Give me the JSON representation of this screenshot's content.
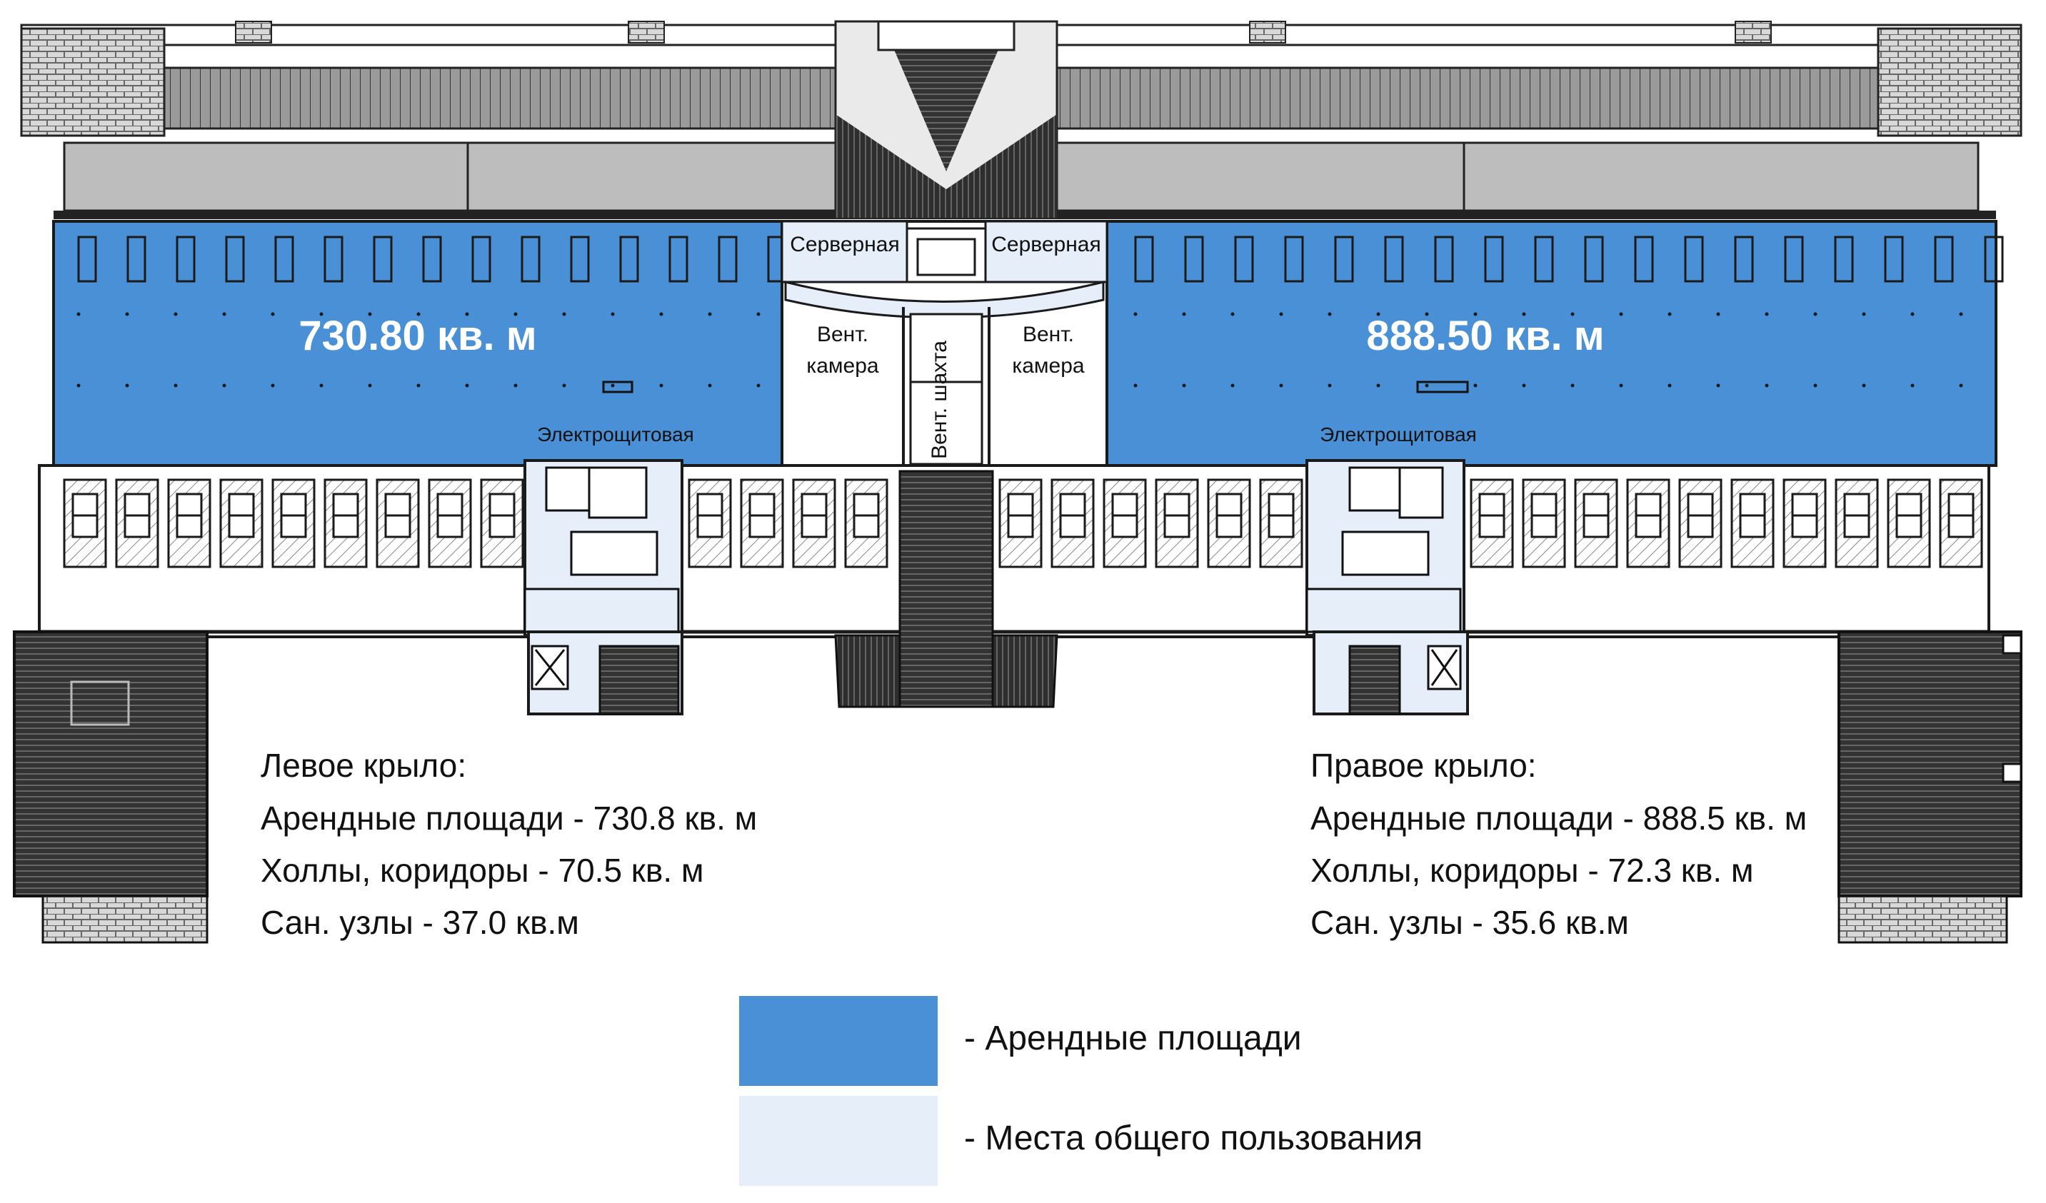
{
  "colors": {
    "rental": "#4a90d6",
    "common": "#e6eefa",
    "wall": "#1a1a1a",
    "hatch": "#444444"
  },
  "plan": {
    "left_wing": {
      "area_label": "730.80 кв. м",
      "electrical_room": "Электрощитовая"
    },
    "right_wing": {
      "area_label": "888.50 кв. м",
      "electrical_room": "Электрощитовая"
    },
    "center": {
      "server_left": "Серверная",
      "server_right": "Серверная",
      "vent_chamber_left": [
        "Вент.",
        "камера"
      ],
      "vent_chamber_right": [
        "Вент.",
        "камера"
      ],
      "vent_shaft": "Вент. шахта"
    }
  },
  "summary": {
    "left": {
      "title": "Левое крыло:",
      "lines": [
        "Арендные площади - 730.8 кв. м",
        "Холлы, коридоры - 70.5 кв. м",
        "Сан. узлы - 37.0 кв.м"
      ]
    },
    "right": {
      "title": "Правое крыло:",
      "lines": [
        "Арендные площади - 888.5 кв. м",
        "Холлы, коридоры - 72.3 кв. м",
        "Сан. узлы - 35.6 кв.м"
      ]
    }
  },
  "legend": [
    {
      "label": "-  Арендные площади",
      "color": "#4a90d6"
    },
    {
      "label": "-  Места общего пользования",
      "color": "#e6eefa"
    }
  ]
}
